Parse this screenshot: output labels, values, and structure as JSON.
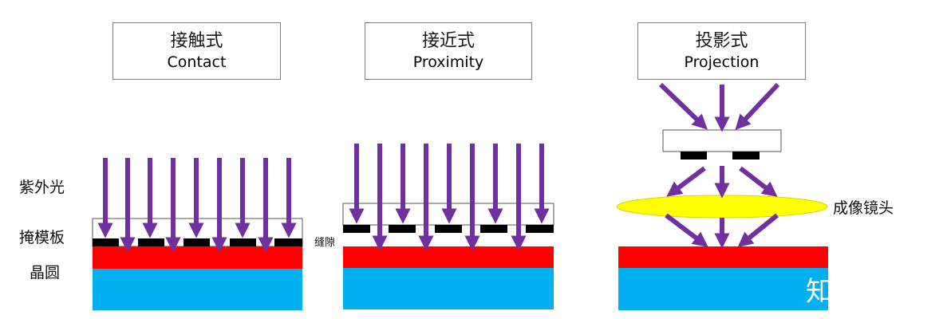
{
  "panels": [
    {
      "title_zh": "接触式",
      "title_en": "Contact"
    },
    {
      "title_zh": "接近式",
      "title_en": "Proximity"
    },
    {
      "title_zh": "投影式",
      "title_en": "Projection"
    }
  ],
  "labels": {
    "uv_light": "紫外光",
    "mask": "掩模板",
    "wafer": "晶圆",
    "gap": "缝隙",
    "lens": "成像镜头"
  },
  "watermark": "知乎用户",
  "colors": {
    "arrow": "#7030a0",
    "resist": "#ff0000",
    "wafer": "#00b0f0",
    "mask_pattern": "#000000",
    "lens": "#ffff00",
    "lens_edge": "#d6d600"
  }
}
